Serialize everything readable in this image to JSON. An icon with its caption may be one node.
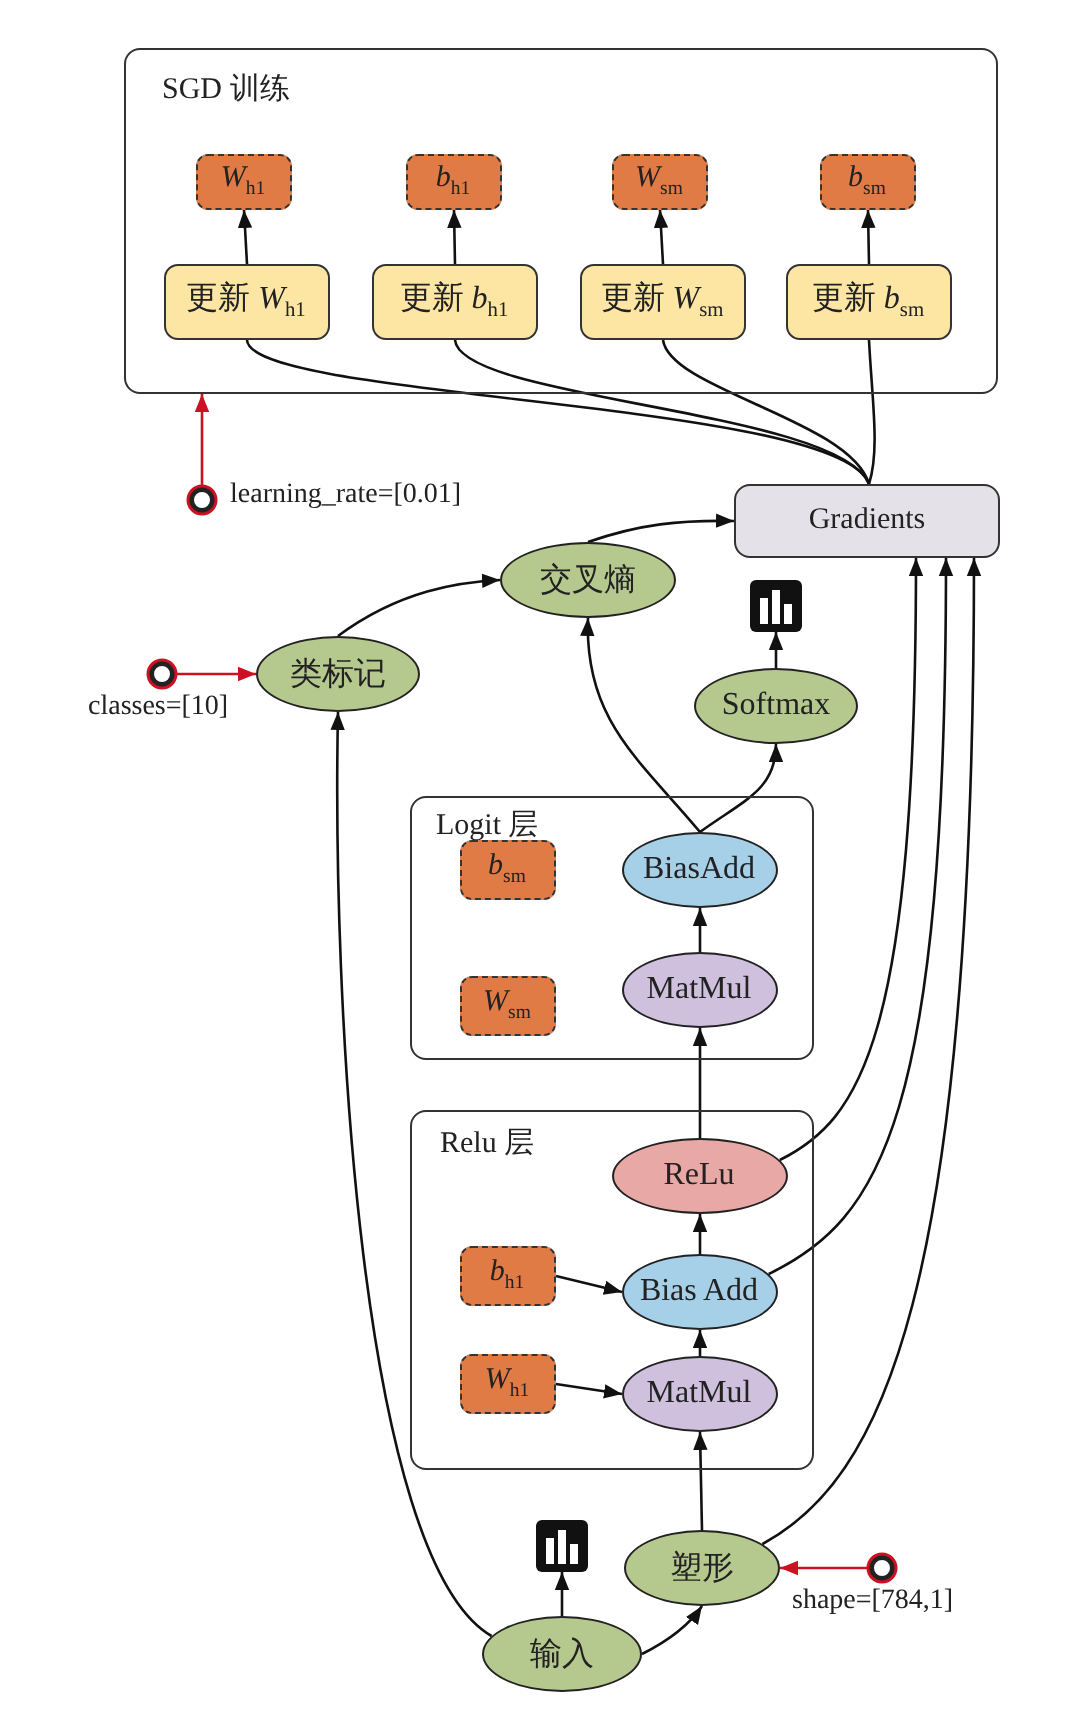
{
  "diagram": {
    "nodes": [
      {
        "text": [
          "SGD 训练"
        ]
      },
      {
        "text": [
          "*W*$_{h1}$"
        ],
        "in": 0
      },
      {
        "text": [
          "*b*$_{h1}$"
        ],
        "in": 0
      },
      {
        "text": [
          "*W*$_{sm}$"
        ],
        "in": 0
      },
      {
        "text": [
          "*b*$_{sm}$"
        ],
        "in": 0
      },
      {
        "text": [
          "更新 *W*$_{h1}$"
        ],
        "in": 0
      },
      {
        "text": [
          "更新 *b*$_{h1}$"
        ],
        "in": 0
      },
      {
        "text": [
          "更新 *W*$_{sm}$"
        ],
        "in": 0
      },
      {
        "text": [
          "更新 *b*$_{sm}$"
        ],
        "in": 0
      },
      {
        "text": [],
        "shape": "circle",
        "beside": [
          "learning_rate=[0.01]"
        ]
      },
      {
        "text": [
          "Gradients"
        ]
      },
      {
        "text": [],
        "shape": "circle",
        "beside": [
          "classes=[10]"
        ]
      },
      {
        "text": [
          "类标记"
        ]
      },
      {
        "text": [
          "交叉熵"
        ]
      },
      {
        "text": [],
        "shape": "chart"
      },
      {
        "text": [
          "Softmax"
        ]
      },
      {
        "text": [
          "Logit 层"
        ]
      },
      {
        "text": [
          "*b*$_{sm}$"
        ],
        "in": 16
      },
      {
        "text": [
          "*W*$_{sm}$"
        ],
        "in": 16
      },
      {
        "text": [
          "BiasAdd"
        ],
        "in": 16
      },
      {
        "text": [
          "MatMul"
        ],
        "in": 16
      },
      {
        "text": [
          "Relu 层"
        ]
      },
      {
        "text": [
          "ReLu"
        ],
        "in": 21
      },
      {
        "text": [
          "*b*$_{h1}$"
        ],
        "in": 21
      },
      {
        "text": [
          "Bias Add"
        ],
        "in": 21
      },
      {
        "text": [
          "*W*$_{h1}$"
        ],
        "in": 21
      },
      {
        "text": [
          "MatMul"
        ],
        "in": 21
      },
      {
        "text": [],
        "shape": "chart"
      },
      {
        "text": [
          "塑形"
        ]
      },
      {
        "text": [],
        "shape": "circle",
        "beside": [
          "shape=[784,1]"
        ]
      },
      {
        "text": [
          "输入"
        ]
      }
    ],
    "edges": [
      {
        "from": 5,
        "to": 1,
        "arrow": "to"
      },
      {
        "from": 6,
        "to": 2,
        "arrow": "to"
      },
      {
        "from": 7,
        "to": 3,
        "arrow": "to"
      },
      {
        "from": 8,
        "to": 4,
        "arrow": "to"
      },
      {
        "from": 5,
        "to": 10,
        "arrow": "none"
      },
      {
        "from": 6,
        "to": 10,
        "arrow": "none"
      },
      {
        "from": 7,
        "to": 10,
        "arrow": "none"
      },
      {
        "from": 8,
        "to": 10,
        "arrow": "none"
      },
      {
        "from": 9,
        "to": 0,
        "arrow": "to",
        "color": "#cc1122"
      },
      {
        "from": 11,
        "to": 12,
        "arrow": "to",
        "color": "#cc1122"
      },
      {
        "from": 12,
        "to": 13,
        "arrow": "to"
      },
      {
        "from": 13,
        "to": 10,
        "arrow": "to"
      },
      {
        "from": 19,
        "to": 13,
        "arrow": "to"
      },
      {
        "from": 19,
        "to": 15,
        "arrow": "to"
      },
      {
        "from": 15,
        "to": 14,
        "arrow": "to"
      },
      {
        "from": 20,
        "to": 19,
        "arrow": "to"
      },
      {
        "from": 22,
        "to": 20,
        "arrow": "to"
      },
      {
        "from": 24,
        "to": 22,
        "arrow": "to"
      },
      {
        "from": 26,
        "to": 24,
        "arrow": "to"
      },
      {
        "from": 23,
        "to": 24,
        "arrow": "to"
      },
      {
        "from": 25,
        "to": 26,
        "arrow": "to"
      },
      {
        "from": 28,
        "to": 26,
        "arrow": "to"
      },
      {
        "from": 30,
        "to": 28,
        "arrow": "to"
      },
      {
        "from": 30,
        "to": 27,
        "arrow": "to"
      },
      {
        "from": 29,
        "to": 28,
        "arrow": "to",
        "color": "#cc1122"
      },
      {
        "from": 30,
        "to": 12,
        "arrow": "to"
      },
      {
        "from": 22,
        "to": 10,
        "arrow": "to"
      },
      {
        "from": 24,
        "to": 10,
        "arrow": "to"
      },
      {
        "from": 28,
        "to": 10,
        "arrow": "to"
      }
    ]
  }
}
